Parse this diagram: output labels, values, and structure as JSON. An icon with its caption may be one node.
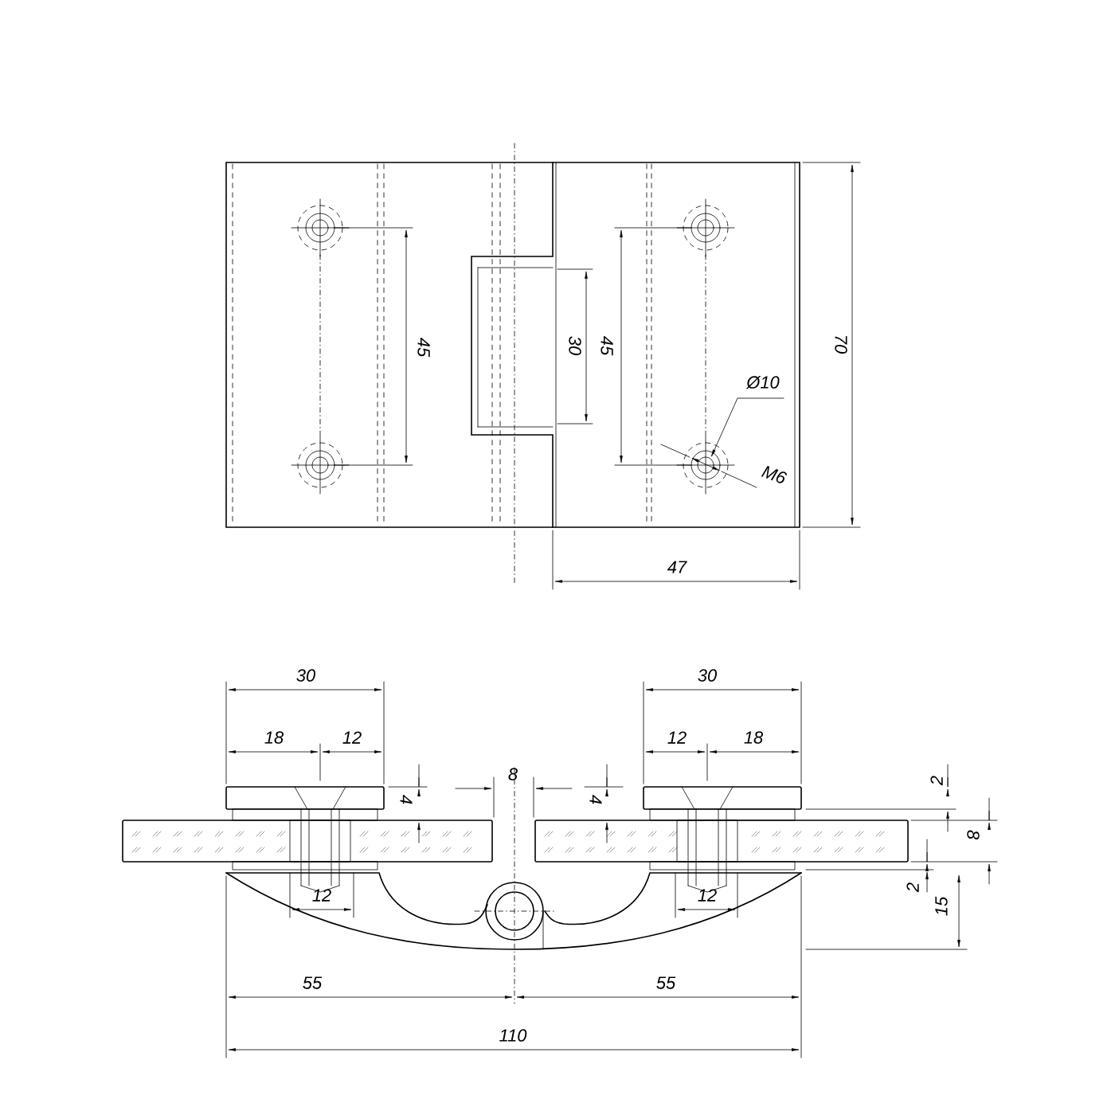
{
  "diagram": {
    "labels": [
      "45",
      "30",
      "45",
      "Ø10",
      "70",
      "M6",
      "47",
      "30",
      "30",
      "18",
      "12",
      "12",
      "18",
      "8",
      "4",
      "4",
      "2",
      "8",
      "2",
      "15",
      "12",
      "12",
      "55",
      "55",
      "110"
    ]
  }
}
